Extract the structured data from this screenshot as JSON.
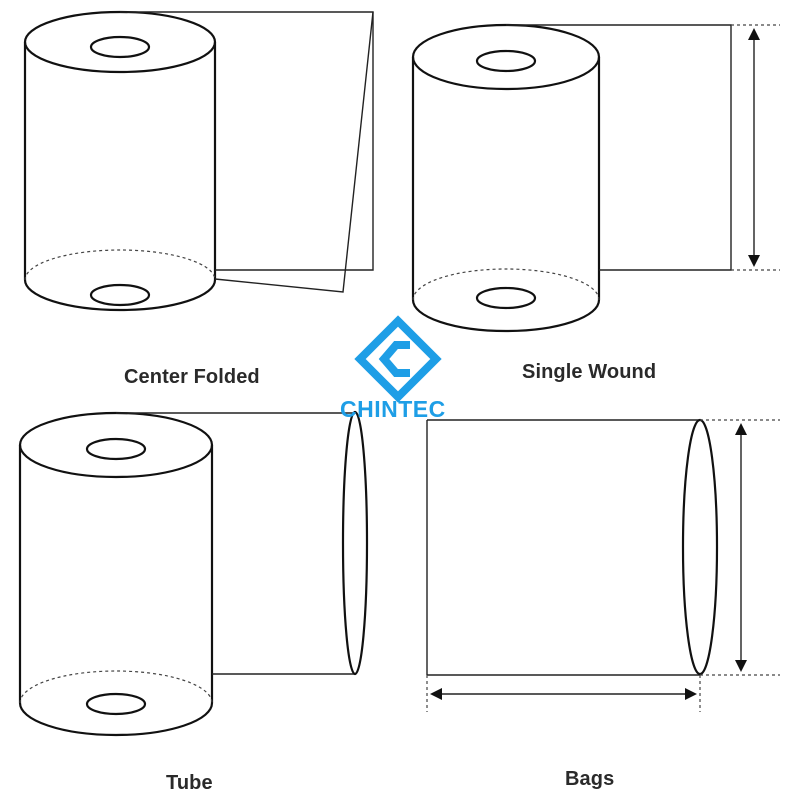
{
  "colors": {
    "line": "#111111",
    "caption": "#2a2a2a",
    "brand": "#1e9ee6"
  },
  "panels": {
    "center_folded": {
      "caption": "Center Folded"
    },
    "single_wound": {
      "caption": "Single Wound"
    },
    "tube": {
      "caption": "Tube"
    },
    "bags": {
      "caption": "Bags"
    }
  },
  "logo": {
    "text": "CHINTEC",
    "icon": "chintec-logo-icon"
  }
}
